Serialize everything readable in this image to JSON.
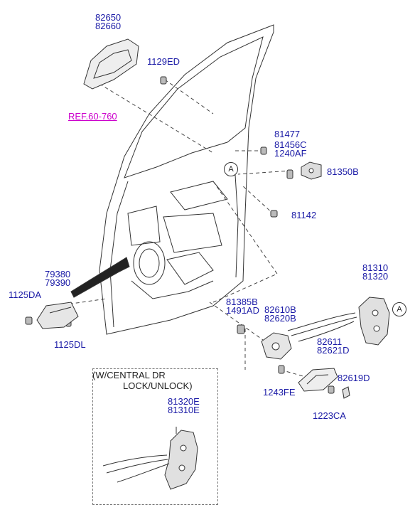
{
  "labels": {
    "handle_82650": "82650",
    "handle_82660": "82660",
    "bolt_1129ED": "1129ED",
    "ref": "REF.60-760",
    "pin_81477": "81477",
    "p_81456C": "81456C",
    "p_1240AF": "1240AF",
    "striker_81350B": "81350B",
    "bolt_81142": "81142",
    "check_79380": "79380",
    "check_79390": "79390",
    "bolt_1125DA": "1125DA",
    "bolt_1125DL": "1125DL",
    "p_81385B": "81385B",
    "p_1491AD": "1491AD",
    "p_82610B": "82610B",
    "p_82620B": "82620B",
    "latch_81310": "81310",
    "latch_81320": "81320",
    "p_82611": "82611",
    "p_82621D": "82621D",
    "p_82619D": "82619D",
    "bolt_1243FE": "1243FE",
    "bolt_1223CA": "1223CA",
    "inset_line1": "(W/CENTRAL DR",
    "inset_line2": "LOCK/UNLOCK)",
    "inset_81320E": "81320E",
    "inset_81310E": "81310E",
    "callout_a": "A"
  },
  "colors": {
    "part_number": "#1a1aa6",
    "reference": "#cc00cc",
    "linework": "#333333"
  }
}
